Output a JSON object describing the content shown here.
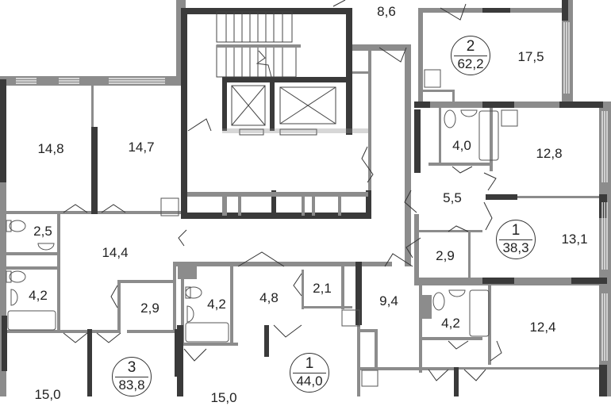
{
  "title": "Floor plan fragment",
  "colors": {
    "bearing_wall": "#3a3a3a",
    "partition_wall": "#8c8c8c",
    "fixture_line": "#555555",
    "background": "#ffffff"
  },
  "rooms": [
    {
      "id": "r148",
      "area": "14,8"
    },
    {
      "id": "r147",
      "area": "14,7"
    },
    {
      "id": "r25",
      "area": "2,5"
    },
    {
      "id": "r144",
      "area": "14,4"
    },
    {
      "id": "r42a",
      "area": "4,2"
    },
    {
      "id": "r29a",
      "area": "2,9"
    },
    {
      "id": "r150",
      "area": "15,0"
    },
    {
      "id": "r42b",
      "area": "4,2"
    },
    {
      "id": "r48",
      "area": "4,8"
    },
    {
      "id": "r21",
      "area": "2,1"
    },
    {
      "id": "r94",
      "area": "9,4"
    },
    {
      "id": "r86",
      "area": "8,6"
    },
    {
      "id": "r175",
      "area": "17,5"
    },
    {
      "id": "r40",
      "area": "4,0"
    },
    {
      "id": "r128",
      "area": "12,8"
    },
    {
      "id": "r55",
      "area": "5,5"
    },
    {
      "id": "r131",
      "area": "13,1"
    },
    {
      "id": "r29b",
      "area": "2,9"
    },
    {
      "id": "r42c",
      "area": "4,2"
    },
    {
      "id": "r124",
      "area": "12,4"
    },
    {
      "id": "r15x",
      "area": "15,0"
    }
  ],
  "apartments": [
    {
      "id": "apt-2",
      "rooms": "2",
      "area": "62,2"
    },
    {
      "id": "apt-1a",
      "rooms": "1",
      "area": "38,3"
    },
    {
      "id": "apt-3",
      "rooms": "3",
      "area": "83,8"
    },
    {
      "id": "apt-1b",
      "rooms": "1",
      "area": "44,0"
    }
  ],
  "core": {
    "stair_icon": "staircase-icon",
    "elevator_icon": "elevator-icon"
  }
}
